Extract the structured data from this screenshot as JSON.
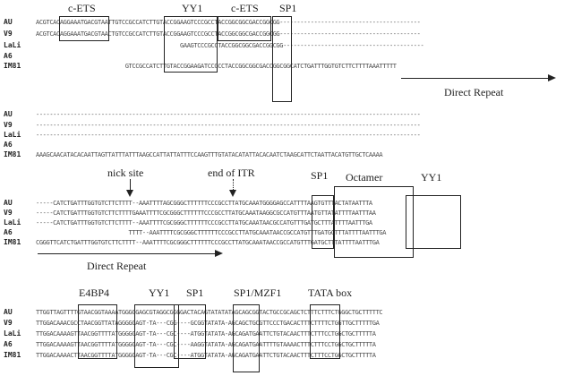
{
  "blocks": [
    {
      "rows": [
        {
          "name": "AU",
          "seq": "ACGTCACAGGAAATGACGTAATTGTCCGCCATCTTGTACCGGAAGTCCCGCCTACCGGCGGCGACCGGCGG-----------------------------------------"
        },
        {
          "name": "V9",
          "seq": "ACGTCACAGGAAATGACGTAACTGTCCGCCATCTTGTACCGGAAGTCCCGCCTACCGGCGGCGACCGGCGG-----------------------------------------"
        },
        {
          "name": "LaLi",
          "seq": "                                          GAAGTCCCGCCTACCGGCGGCGACCGGCGG-----------------------------------------"
        },
        {
          "name": "A6",
          "seq": ""
        },
        {
          "name": "IM81",
          "seq": "                          GTCCGCCATCTTGTACCGGAAGATCCGCCTACCGGCGGCGACCGGCGGCATCTGATTTGGTGTCTTCTTTTAAATTTTT"
        }
      ]
    },
    {
      "rows": [
        {
          "name": "AU",
          "seq": "----------------------------------------------------------------------------------------------------------------"
        },
        {
          "name": "V9",
          "seq": "----------------------------------------------------------------------------------------------------------------"
        },
        {
          "name": "LaLi",
          "seq": "----------------------------------------------------------------------------------------------------------------"
        },
        {
          "name": "A6",
          "seq": ""
        },
        {
          "name": "IM81",
          "seq": "AAAGCAACATACACAATTAGTTATTTATTTAAGCCATTATTATTTCCAAGTTTGTATACATATTACACAATCTAAGCATTCTAATTACATGTTGCTCAAAA"
        }
      ]
    },
    {
      "rows": [
        {
          "name": "AU",
          "seq": "-----CATCTGATTTGGTGTCTTCTTTT--AAATTTTAGCGGGCTTTTTTCCCGCCTTATGCAAATGGGGAGCCATTTTAAGTGTTTACTATAATTTA"
        },
        {
          "name": "V9",
          "seq": "-----CATCTGATTTGGTGTCTTCTTTTGAAATTTTCGCGGGCTTTTTTCCCGCCTTATGCAAATAAGGCGCCATGTTTAATGTTATATTTTAATTTAA"
        },
        {
          "name": "LaLi",
          "seq": "-----CATCTGATTTGGTGTCTTCTTTT--AAATTTTCGCGGGCTTTTTTCCCGCCTTATGCAAATAACGCCATGTTTGATGCTTTATTTTAATTTGA"
        },
        {
          "name": "A6",
          "seq": "                           TTTT--AAATTTTCGCGGGCTTTTTTCCCGCCTTATGCAAATAACCGCCATGTTTGATGCTTTATTTTAATTTGA"
        },
        {
          "name": "IM81",
          "seq": "CGGGTTCATCTGATTTGGTGTCTTCTTTT--AAATTTTCGCGGGCTTTTTTCCCGCCTTATGCAAATAACCGCCATGTTTGATGCTTTATTTTAATTTGA"
        }
      ]
    },
    {
      "rows": [
        {
          "name": "AU",
          "seq": "TTGGTTAGTTTTGTAACGGTAAAATGGGGGAGCGTAGGCGGGGACTACAGTATATATAGCAGCGGTACTGCCGCAGCTCTTTCTTTCTGGGCTGCTTTTTC"
        },
        {
          "name": "V9",
          "seq": "TTGGACAAACGCCTAACGGTTATAGGGGGAGT-TA---CGG----GCGGTATATA-AGCAGCTGCGTTCCCTGACACTTTCTTTTCTGGTTGCTTTTTGA"
        },
        {
          "name": "LaLi",
          "seq": "TTGGACAAAAGTTAACGGTTTTATGGGGGAGT-TA---CGC----ATGGTATATA-AGCAGATGAATTCTGTACAACTTTCTTTCCTGGCTGCTTTTTA"
        },
        {
          "name": "A6",
          "seq": "TTGGACAAAAGTTAACGGTTTTATGGGGGAGT-TA---CGC----AAGGTATATA-AGCAGATGAATTTTGTAAAACTTTCTTTCCTGGCTGCTTTTTA"
        },
        {
          "name": "IM81",
          "seq": "TTGGACAAAACTTAACGGTTTTATGGGGGAGT-TA---CGC----ATGGTATATA-AGCAGATGAATTCTGTACAACTTTCTTTCCTGGCTGCTTTTTA"
        }
      ]
    }
  ],
  "labels": {
    "c_ets_1": "c-ETS",
    "yy1_1": "YY1",
    "c_ets_2": "c-ETS",
    "sp1_1": "SP1",
    "direct_repeat_top": "Direct Repeat",
    "nick_site": "nick site",
    "end_of_itr": "end of ITR",
    "sp1_2": "SP1",
    "octamer": "Octamer",
    "yy1_2": "YY1",
    "direct_repeat_mid": "Direct Repeat",
    "e4bp4": "E4BP4",
    "yy1_3": "YY1",
    "sp1_3": "SP1",
    "sp1_mzf1": "SP1/MZF1",
    "tata_box": "TATA box"
  }
}
